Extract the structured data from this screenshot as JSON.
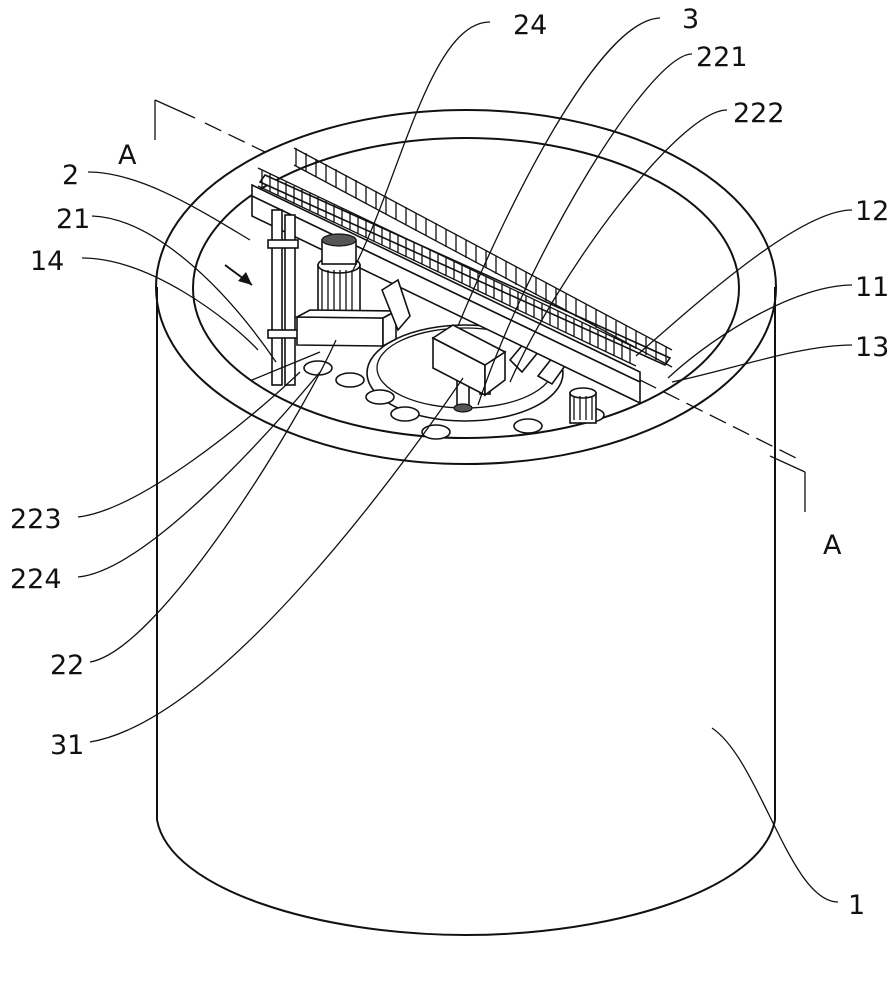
{
  "labels": {
    "l24": "24",
    "l3": "3",
    "l221": "221",
    "l222": "222",
    "a_top": "A",
    "l2": "2",
    "l21": "21",
    "l14": "14",
    "l12": "12",
    "l11": "11",
    "l13": "13",
    "l223": "223",
    "l224": "224",
    "a_bottom": "A",
    "l22": "22",
    "l31": "31",
    "l1": "1"
  }
}
